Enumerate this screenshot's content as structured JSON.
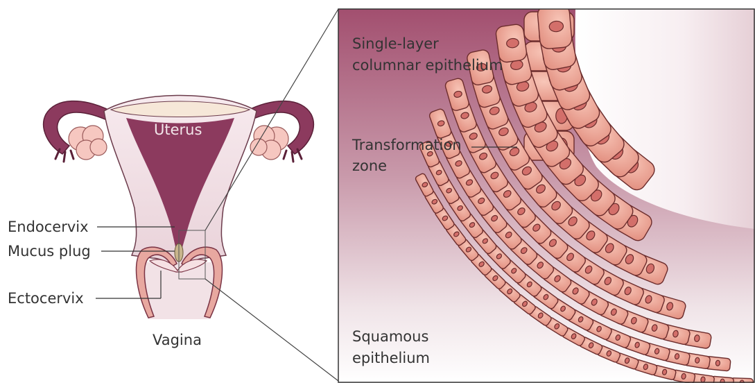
{
  "labels": {
    "uterus": "Uterus",
    "endocervix": "Endocervix",
    "mucus_plug": "Mucus plug",
    "ectocervix": "Ectocervix",
    "vagina": "Vagina",
    "single_layer_line1": "Single-layer",
    "single_layer_line2": "columnar epithelium",
    "transformation_line1": "Transformation",
    "transformation_line2": "zone",
    "squamous_line1": "Squamous",
    "squamous_line2": "epithelium"
  },
  "colors": {
    "uterus_cavity": "#8c3a5e",
    "tissue_light": "#f0dde2",
    "tissue_mid": "#c9a1ae",
    "cell_fill": "#f2a898",
    "cell_stroke": "#6b2c2c",
    "nucleus_fill": "#d36f6a",
    "ovary": "#f6c7c0",
    "mucus_plug": "#c8b58c"
  }
}
